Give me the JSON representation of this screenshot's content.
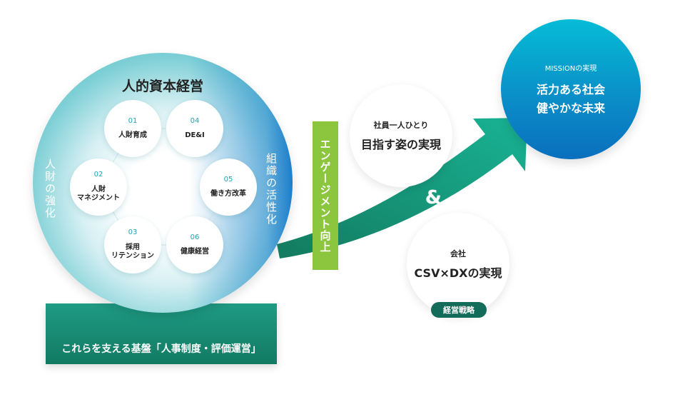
{
  "title": "人的資本経営",
  "left_label": "人財の強化",
  "right_label": "組織の活性化",
  "items": [
    {
      "num": "01",
      "label": "人財育成"
    },
    {
      "num": "02",
      "label": "人財\nマネジメント"
    },
    {
      "num": "03",
      "label": "採用\nリテンション"
    },
    {
      "num": "04",
      "label": "DE&I"
    },
    {
      "num": "05",
      "label": "働き方改革"
    },
    {
      "num": "06",
      "label": "健康経営"
    }
  ],
  "foundation": "これらを支える基盤「人事制度・評価運営」",
  "engagement": "エンゲージメント向上",
  "employee": {
    "sub": "社員一人ひとり",
    "main": "目指す姿の実現"
  },
  "ampersand": "&",
  "company": {
    "sub": "会社",
    "main": "CSV×DXの実現",
    "badge": "経営戦略"
  },
  "mission": {
    "sub": "MISSIONの実現",
    "line1": "活力ある社会",
    "line2": "健やかな未来"
  },
  "colors": {
    "teal": "#1f9b84",
    "green": "#8cc63f",
    "blue": "#0a8fc8",
    "dark_green": "#136b5a"
  }
}
